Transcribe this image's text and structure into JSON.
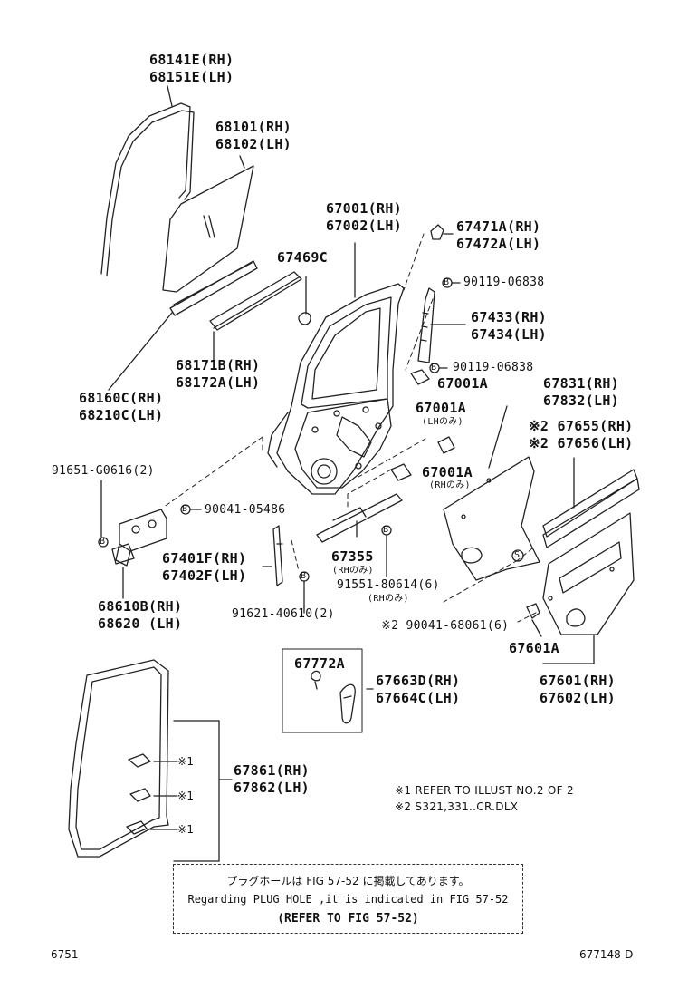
{
  "parts": {
    "p68141": [
      "68141E(RH)",
      "68151E(LH)"
    ],
    "p68101": [
      "68101(RH)",
      "68102(LH)"
    ],
    "p67001": [
      "67001(RH)",
      "67002(LH)"
    ],
    "p67471": [
      "67471A(RH)",
      "67472A(LH)"
    ],
    "p67469": [
      "67469C"
    ],
    "p90119a": [
      "90119-06838"
    ],
    "p67433": [
      "67433(RH)",
      "67434(LH)"
    ],
    "p90119b": [
      "90119-06838"
    ],
    "p67001a_top": [
      "67001A"
    ],
    "p68171": [
      "68171B(RH)",
      "68172A(LH)"
    ],
    "p67831": [
      "67831(RH)",
      "67832(LH)"
    ],
    "p68160": [
      "68160C(RH)",
      "68210C(LH)"
    ],
    "p67001a_lh": [
      "67001A"
    ],
    "p67001a_lh_note": [
      "(LHのみ)"
    ],
    "p67655": [
      "※2 67655(RH)",
      "※2 67656(LH)"
    ],
    "p91651": [
      "91651-G0616(2)"
    ],
    "p67001a_rh": [
      "67001A"
    ],
    "p67001a_rh_note": [
      "(RHのみ)"
    ],
    "p90041a": [
      "90041-05486"
    ],
    "p67401": [
      "67401F(RH)",
      "67402F(LH)"
    ],
    "p67355": [
      "67355"
    ],
    "p67355_note": [
      "(RHのみ)"
    ],
    "p91551": [
      "91551-80614(6)"
    ],
    "p91551_note": [
      "(RHのみ)"
    ],
    "p68610": [
      "68610B(RH)",
      "68620 (LH)"
    ],
    "p91621": [
      "91621-40610(2)"
    ],
    "p90041b": [
      "※2 90041-68061(6)"
    ],
    "p67601a": [
      "67601A"
    ],
    "p67772": [
      "67772A"
    ],
    "p67663": [
      "67663D(RH)",
      "67664C(LH)"
    ],
    "p67601": [
      "67601(RH)",
      "67602(LH)"
    ],
    "p67861": [
      "67861(RH)",
      "67862(LH)"
    ],
    "ref1": [
      "※1"
    ],
    "ref2": [
      "※1"
    ],
    "ref3": [
      "※1"
    ]
  },
  "legend": {
    "note1": "※1 REFER TO ILLUST NO.2 OF 2",
    "note2": "※2  S321,331..CR.DLX"
  },
  "notice": {
    "line1": "プラグホールは FIG 57-52 に掲載してあります。",
    "line2": "Regarding PLUG HOLE ,it is indicated in FIG 57-52",
    "line3": "(REFER TO FIG 57-52)"
  },
  "callout_markers": {
    "bolt": "B",
    "screw": "S"
  },
  "footer": {
    "left": "6751",
    "right": "677148-D"
  }
}
